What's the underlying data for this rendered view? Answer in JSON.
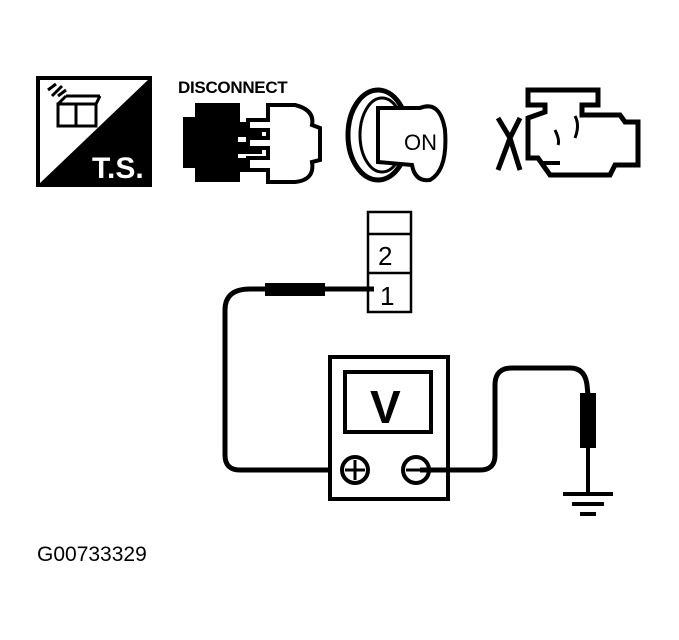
{
  "icons": {
    "test_symbol": {
      "name": "t-s-icon",
      "label": "T.S.",
      "connector_pin": "1"
    },
    "disconnect": {
      "name": "disconnect-connector-icon",
      "label": "DISCONNECT"
    },
    "ignition": {
      "name": "ignition-key-on-icon",
      "label": "ON"
    },
    "engine": {
      "name": "engine-off-icon"
    }
  },
  "connector": {
    "terminals": [
      "",
      "2",
      "1"
    ]
  },
  "voltmeter": {
    "display": "V",
    "positive_terminal": "+",
    "negative_terminal": "−"
  },
  "figure_id": "G00733329",
  "colors": {
    "ink": "#000000",
    "paper": "#ffffff"
  }
}
